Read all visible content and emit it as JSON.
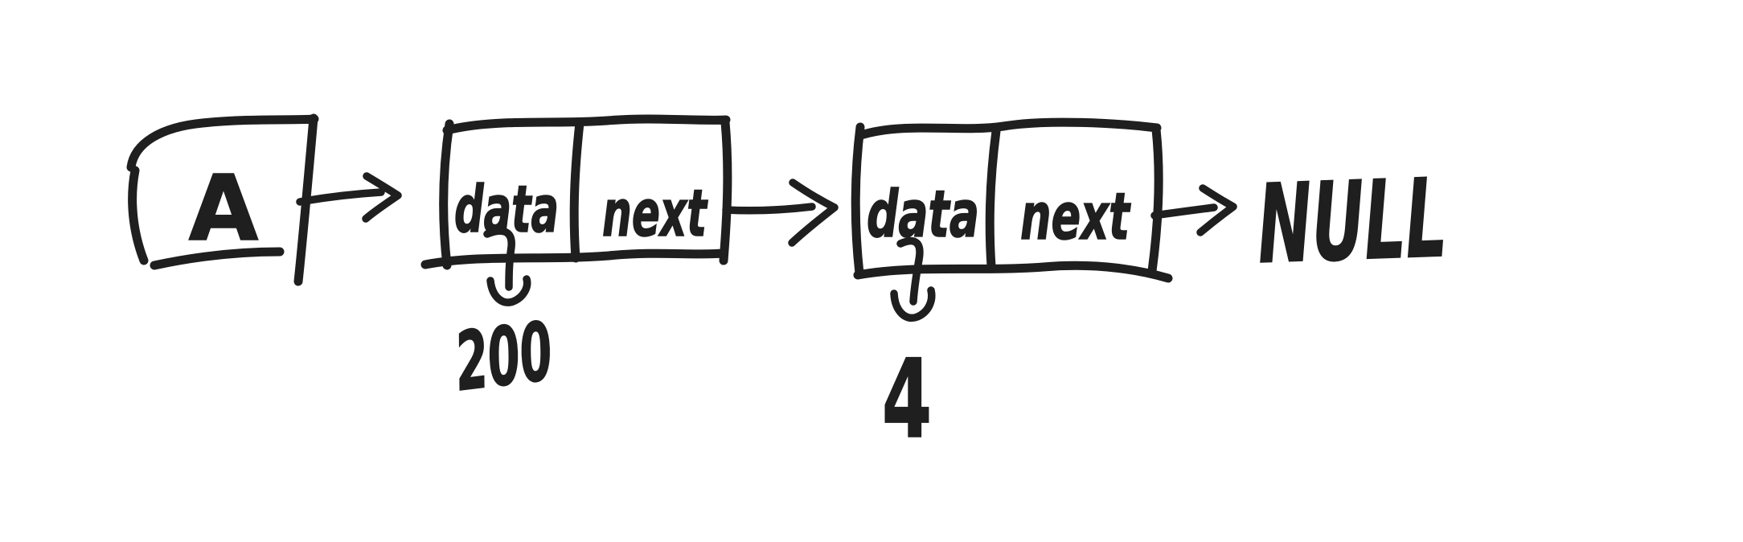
{
  "page": {
    "background_color": "#ffffff",
    "ink_color": "#1f1f1f"
  },
  "diagram": {
    "type": "linked-list-sketch",
    "head": {
      "label": "A"
    },
    "nodes": [
      {
        "data_label": "data",
        "next_label": "next",
        "value": "200"
      },
      {
        "data_label": "data",
        "next_label": "next",
        "value": "4"
      }
    ],
    "terminator_label": "NULL"
  }
}
